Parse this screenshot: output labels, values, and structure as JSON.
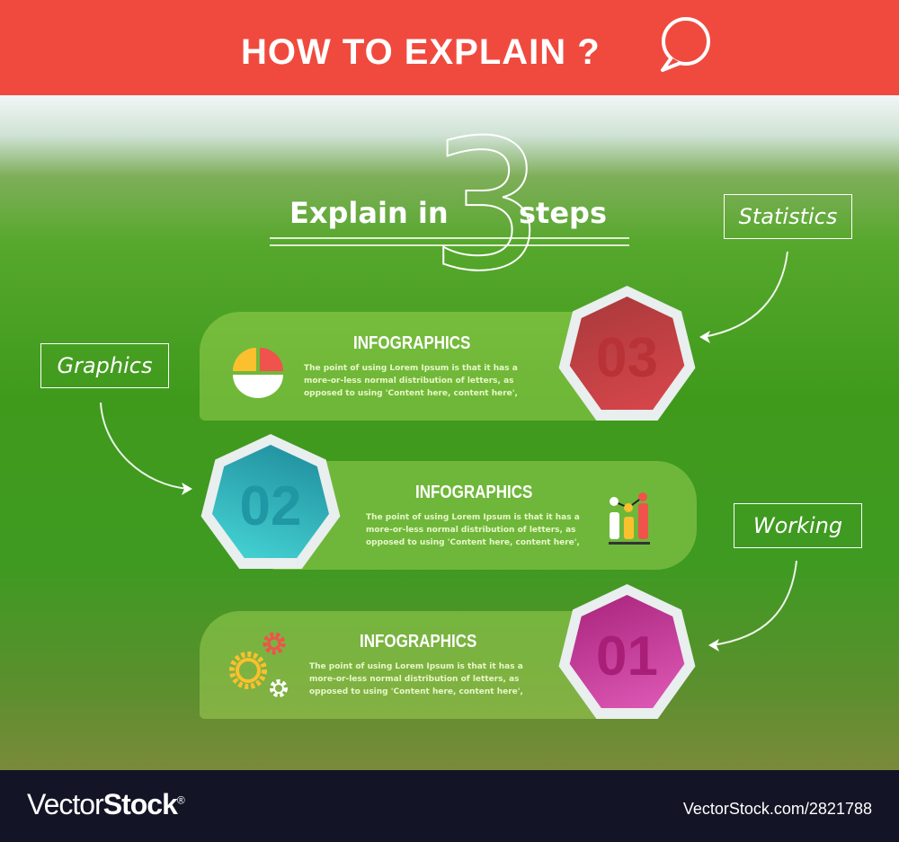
{
  "header": {
    "title": "HOW TO EXPLAIN ?",
    "icon": "speech-bubble-icon"
  },
  "heading": {
    "before": "Explain in",
    "number": "3",
    "after": "steps"
  },
  "labels": {
    "statistics": "Statistics",
    "graphics": "Graphics",
    "working": "Working"
  },
  "steps": [
    {
      "number": "03",
      "title": "INFOGRAPHICS",
      "body": "The point of using Lorem Ipsum is that it has a more-or-less normal distribution of letters, as opposed to using 'Content here, content here',",
      "icon": "pie-chart-icon",
      "color": "#d2444a"
    },
    {
      "number": "02",
      "title": "INFOGRAPHICS",
      "body": "The point of using Lorem Ipsum is that it has a more-or-less normal distribution of letters, as opposed to using 'Content here, content here',",
      "icon": "bar-chart-icon",
      "color": "#2fb6c0"
    },
    {
      "number": "01",
      "title": "INFOGRAPHICS",
      "body": "The point of using Lorem Ipsum is that it has a more-or-less normal distribution of letters, as opposed to using 'Content here, content here',",
      "icon": "gears-icon",
      "color": "#c42a8e"
    }
  ],
  "footer": {
    "logo": "VectorStock®",
    "id": "VectorStock.com/2821788"
  }
}
